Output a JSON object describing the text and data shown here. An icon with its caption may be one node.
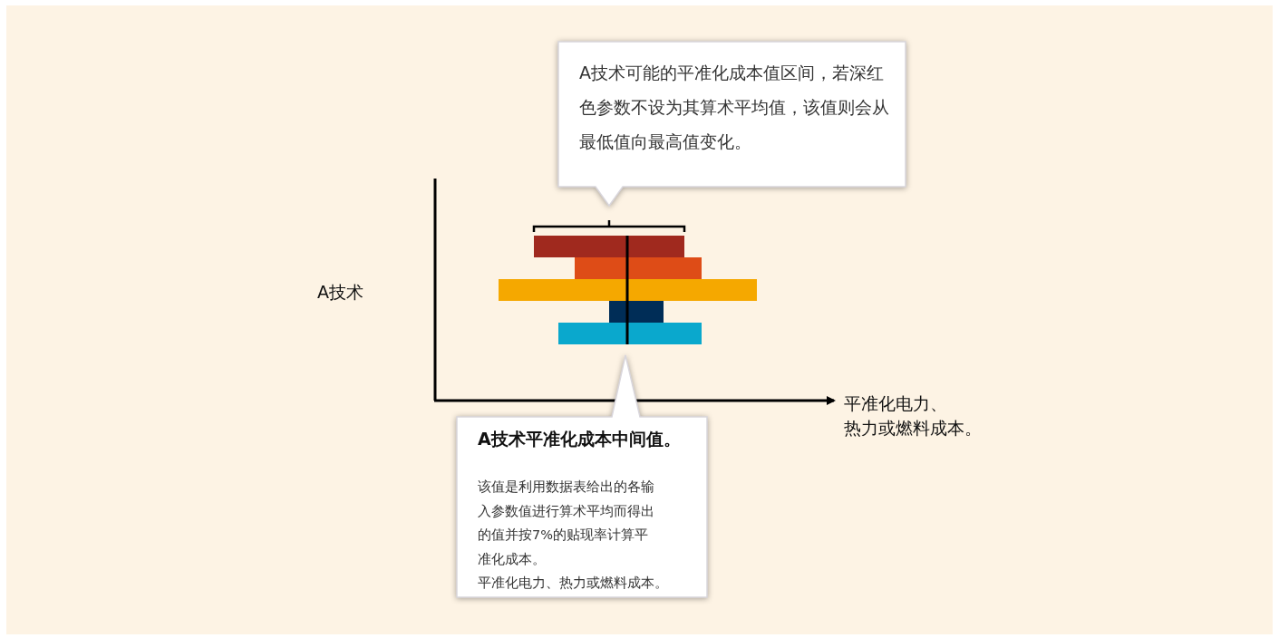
{
  "diagram": {
    "nodes": [
      {
        "text": [
          "A技术可能的平准化成本值区间，若深红色参数不设为其算术平均值，该值则会从最低值向最高值变化。"
        ]
      },
      {
        "text": [
          "A技术平准化成本中间值。",
          "该值是利用数据表给出的各输入参数值进行算术平均而得出的值并按7%的贴现率计算平准化成本。",
          "平准化电力、热力或燃料成本。"
        ]
      }
    ],
    "edges": [],
    "labels": [
      "A技术",
      "平准化电力、",
      "热力或燃料成本。"
    ]
  }
}
